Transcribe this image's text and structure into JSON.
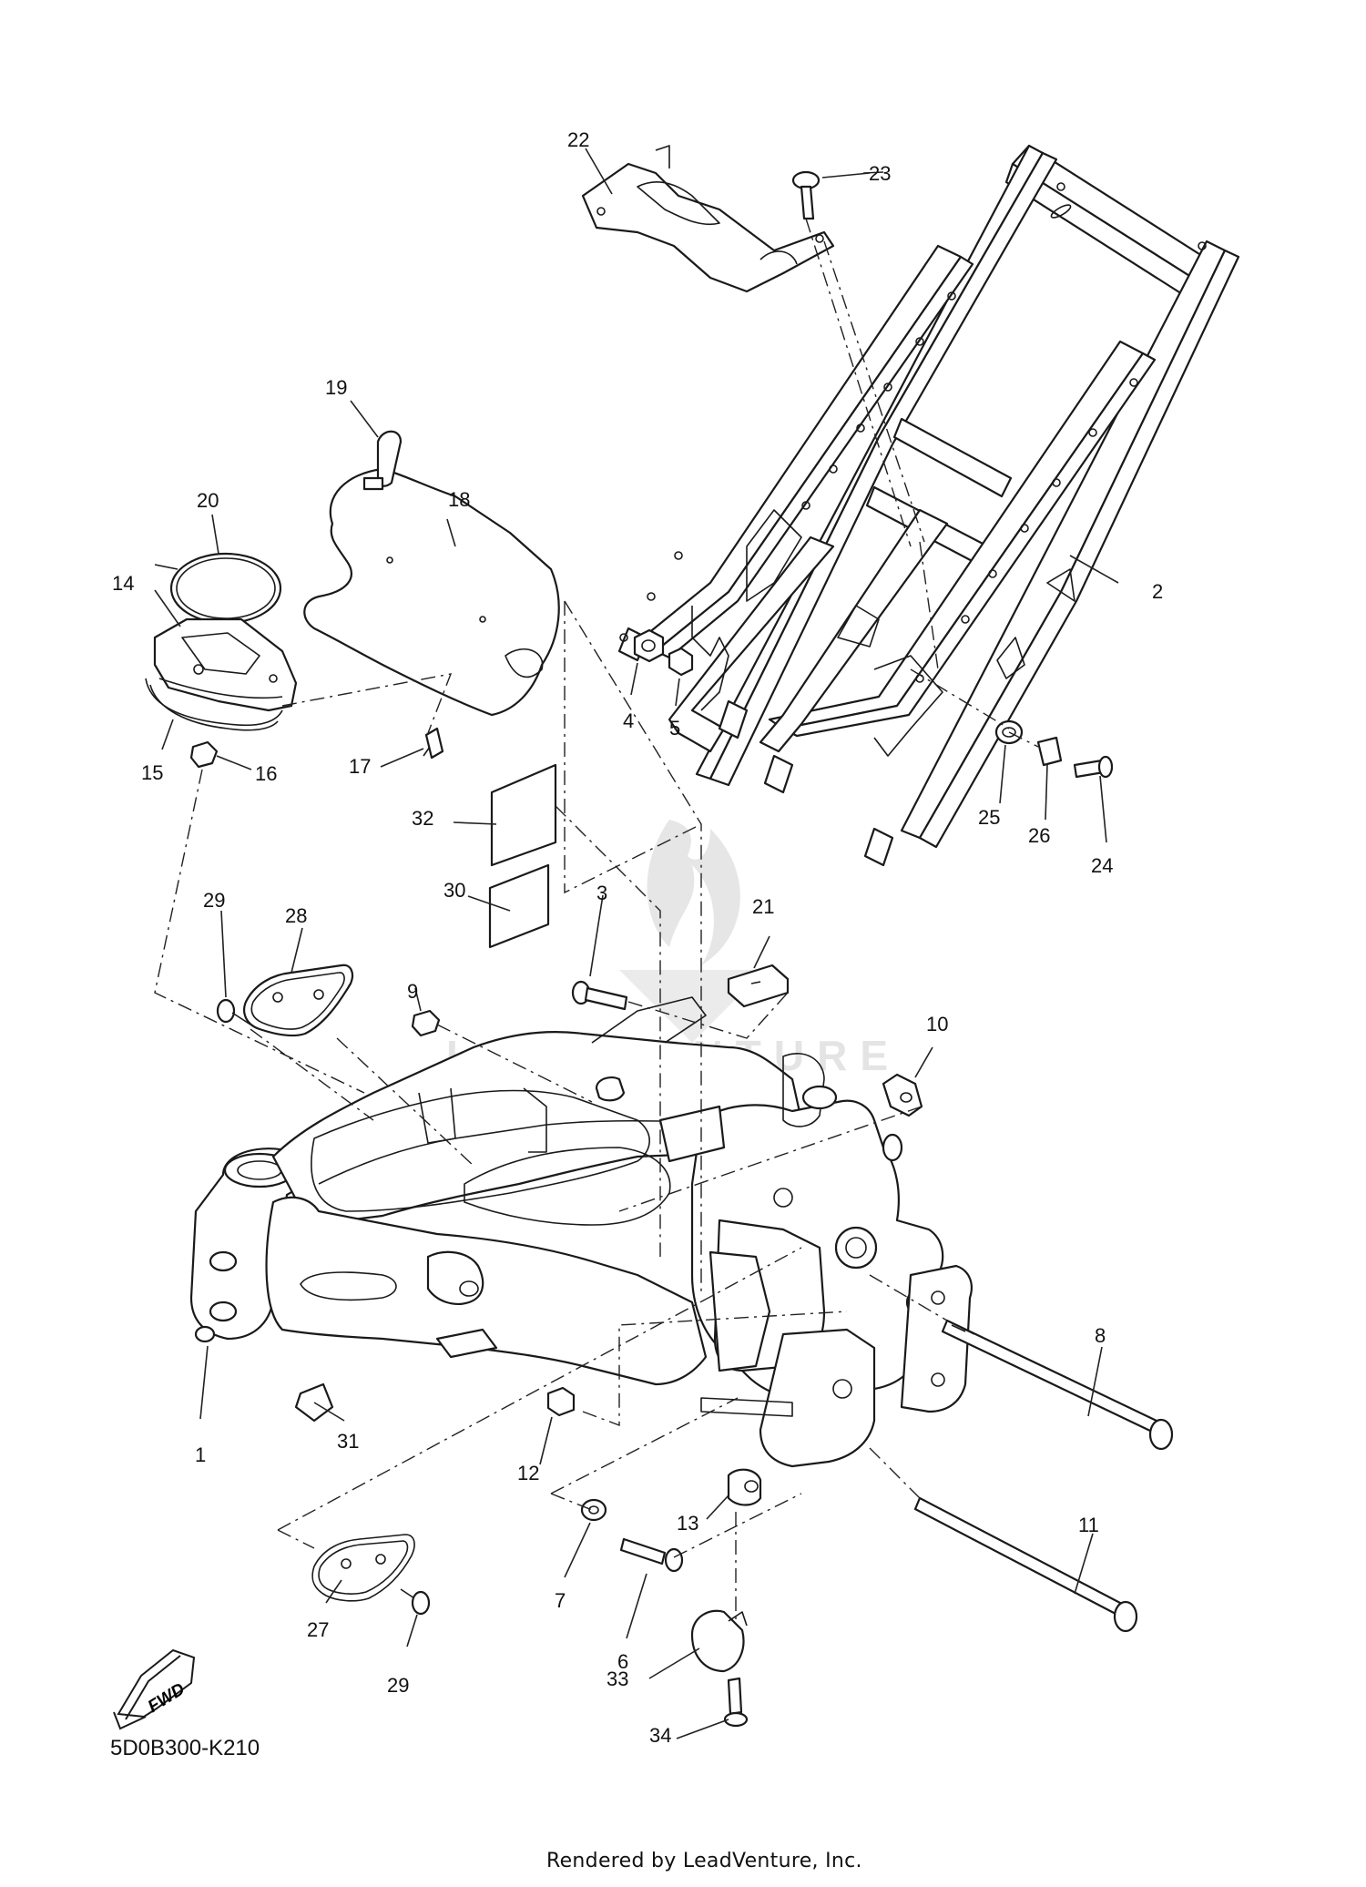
{
  "diagram": {
    "code": "5D0B300-K210",
    "watermark_text": "LEADVENTURE",
    "credit": "Rendered by LeadVenture, Inc.",
    "direction_badge": "FWD",
    "part_numbers": [
      "1",
      "2",
      "3",
      "4",
      "5",
      "6",
      "7",
      "8",
      "9",
      "10",
      "11",
      "12",
      "13",
      "14",
      "15",
      "16",
      "17",
      "18",
      "19",
      "20",
      "21",
      "22",
      "23",
      "24",
      "25",
      "26",
      "27",
      "28",
      "29",
      "29",
      "30",
      "31",
      "32",
      "33",
      "34"
    ]
  }
}
